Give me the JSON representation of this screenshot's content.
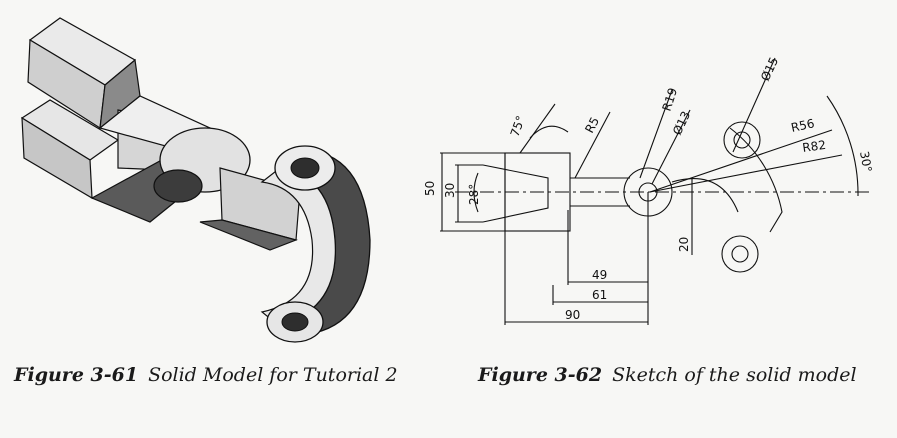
{
  "figures": [
    {
      "number": "Figure 3-61",
      "title": "Solid Model for Tutorial 2"
    },
    {
      "number": "Figure 3-62",
      "title": "Sketch of the solid model"
    }
  ],
  "dimensions": {
    "d50": "50",
    "d30": "30",
    "a28": "28°",
    "a75": "75°",
    "r5": "R5",
    "r19": "R19",
    "dia13": "Ø13",
    "dia15": "Ø15",
    "r56": "R56",
    "r82": "R82",
    "a30": "30°",
    "d20": "20",
    "d49": "49",
    "d61": "61",
    "d90": "90"
  },
  "colors": {
    "ink": "#111111",
    "light": "#e6e6e6",
    "mid": "#b8b8b8",
    "dark": "#6a6a6a",
    "shadow": "#3a3a3a"
  }
}
